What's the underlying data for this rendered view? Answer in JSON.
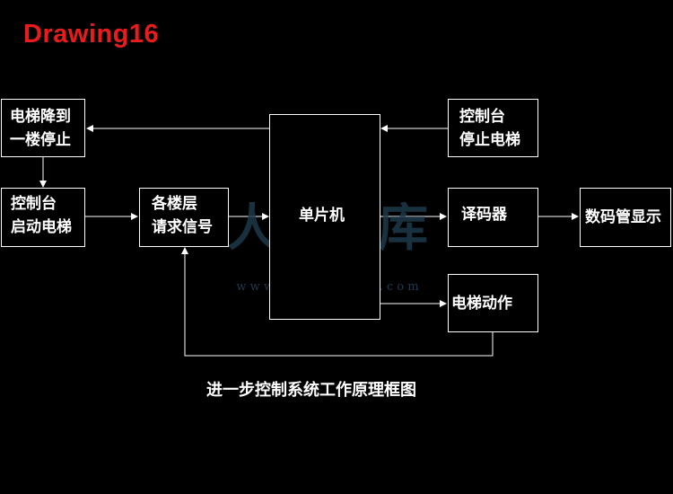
{
  "title": "Drawing16",
  "caption": "进一步控制系统工作原理框图",
  "blocks": {
    "elevator_down": {
      "line1": "电梯降到",
      "line2": "一楼停止"
    },
    "console_start": {
      "line1": "控制台",
      "line2": "启动电梯"
    },
    "floor_request": {
      "line1": "各楼层",
      "line2": "请求信号"
    },
    "mcu": {
      "line1": "单片机"
    },
    "console_stop": {
      "line1": "控制台",
      "line2": "停止电梯"
    },
    "decoder": {
      "line1": "译码器"
    },
    "display": {
      "line1": "数码管显示"
    },
    "elevator_action": {
      "line1": "电梯动作"
    }
  },
  "watermark": {
    "brand": "人人文库",
    "url": "w w w . r e n r e n d o c . c o m"
  },
  "colors": {
    "background": "#000000",
    "title": "#e81c1c",
    "line": "#ffffff",
    "watermark": "#1e3a4a"
  }
}
